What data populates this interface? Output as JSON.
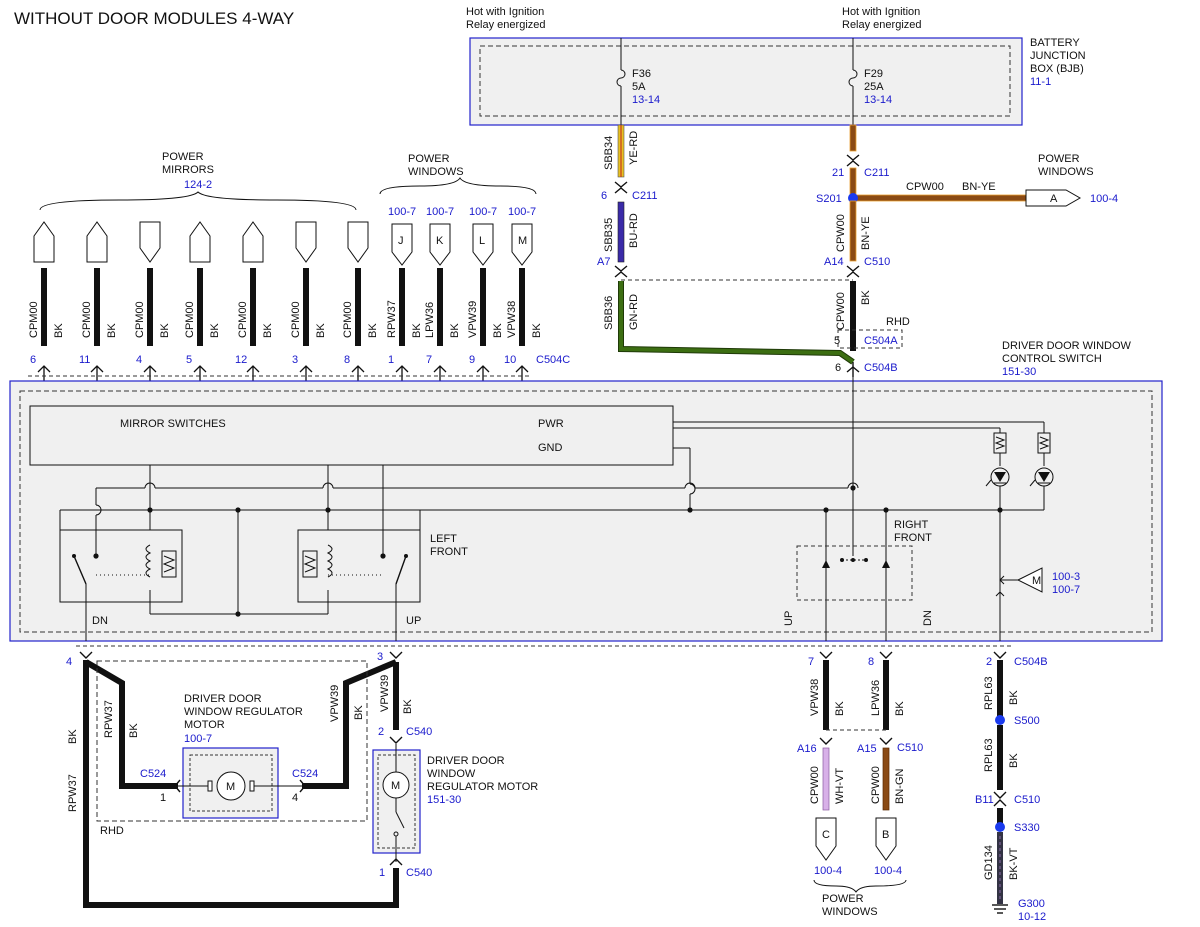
{
  "title": "WITHOUT DOOR MODULES 4-WAY",
  "hot_labels": {
    "left": [
      "Hot with Ignition",
      "Relay energized"
    ],
    "right": [
      "Hot with Ignition",
      "Relay energized"
    ]
  },
  "bjb": {
    "name": [
      "BATTERY",
      "JUNCTION",
      "BOX (BJB)"
    ],
    "ref": "11-1",
    "fuses": [
      {
        "name": "F36",
        "rating": "5A",
        "ref": "13-14"
      },
      {
        "name": "F29",
        "rating": "25A",
        "ref": "13-14"
      }
    ]
  },
  "wires": {
    "sbb34": {
      "circuit": "SBB34",
      "color": "YE-RD"
    },
    "sbb35": {
      "circuit": "SBB35",
      "color": "BU-RD"
    },
    "sbb36": {
      "circuit": "SBB36",
      "color": "GN-RD"
    },
    "cpw00_top": {
      "circuit": "CPW00",
      "color": "BN-YE"
    },
    "cpw00_h": {
      "circuit": "CPW00",
      "color": "BN-YE"
    },
    "cpw00_lower": {
      "circuit": "CPW00",
      "color": "BK"
    }
  },
  "connectors": {
    "c211_left": {
      "pin": "6",
      "name": "C211"
    },
    "c211_right": {
      "pin": "21",
      "name": "C211"
    },
    "c510_left": {
      "pin": "A7"
    },
    "c510_right": {
      "pin": "A14",
      "name": "C510"
    },
    "c504a": {
      "pin": "5",
      "name": "C504A"
    },
    "c504b_top": {
      "pin": "6",
      "name": "C504B"
    },
    "c504c_name": "C504C",
    "s201": "S201",
    "rhd": "RHD"
  },
  "power_windows_right": {
    "label": [
      "POWER",
      "WINDOWS"
    ],
    "connector": "A",
    "ref": "100-4"
  },
  "power_mirrors": {
    "label": [
      "POWER",
      "MIRRORS"
    ],
    "ref": "124-2"
  },
  "power_windows_top": {
    "label": [
      "POWER",
      "WINDOWS"
    ]
  },
  "top_pins": [
    {
      "pin": "6",
      "circuit": "CPM00",
      "color": "BK"
    },
    {
      "pin": "11",
      "circuit": "CPM00",
      "color": "BK"
    },
    {
      "pin": "4",
      "circuit": "CPM00",
      "color": "BK"
    },
    {
      "pin": "5",
      "circuit": "CPM00",
      "color": "BK"
    },
    {
      "pin": "12",
      "circuit": "CPM00",
      "color": "BK"
    },
    {
      "pin": "3",
      "circuit": "CPM00",
      "color": "BK"
    },
    {
      "pin": "8",
      "circuit": "CPM00",
      "color": "BK"
    },
    {
      "pin": "1",
      "circuit": "RPW37",
      "color": "BK",
      "conn": "J",
      "ref": "100-7"
    },
    {
      "pin": "7",
      "circuit": "LPW36",
      "color": "BK",
      "conn": "K",
      "ref": "100-7"
    },
    {
      "pin": "9",
      "circuit": "VPW39",
      "color": "BK",
      "conn": "L",
      "ref": "100-7"
    },
    {
      "pin": "10",
      "circuit": "VPW38",
      "color": "BK",
      "conn": "M",
      "ref": "100-7"
    }
  ],
  "switch": {
    "name": [
      "DRIVER DOOR WINDOW",
      "CONTROL SWITCH"
    ],
    "ref": "151-30",
    "mirror_switches": "MIRROR SWITCHES",
    "pwr": "PWR",
    "gnd": "GND",
    "left_front": [
      "LEFT",
      "FRONT"
    ],
    "right_front": [
      "RIGHT",
      "FRONT"
    ],
    "dn": "DN",
    "up": "UP",
    "up_rot": "UP",
    "dn_rot": "DN",
    "m_label": "M",
    "m_refs": [
      "100-3",
      "100-7"
    ]
  },
  "lower_left": {
    "pin4": "4",
    "pin3": "3",
    "rpw37": {
      "circuit": "RPW37",
      "color": "BK"
    },
    "vpw39": {
      "circuit": "VPW39",
      "color": "BK"
    },
    "rhd_motor": {
      "name": [
        "DRIVER DOOR",
        "WINDOW REGULATOR",
        "MOTOR"
      ],
      "ref": "100-7"
    },
    "c524_left": {
      "name": "C524",
      "pin": "1"
    },
    "c524_right": {
      "name": "C524",
      "pin": "4"
    },
    "rhd": "RHD",
    "c540_top": {
      "pin": "2",
      "name": "C540"
    },
    "c540_bottom": {
      "pin": "1",
      "name": "C540"
    },
    "motor": {
      "name": [
        "DRIVER DOOR",
        "WINDOW",
        "REGULATOR MOTOR"
      ],
      "ref": "151-30",
      "symbol": "M"
    }
  },
  "lower_right": {
    "pin7": "7",
    "pin8": "8",
    "vpw38": {
      "circuit": "VPW38",
      "color": "BK"
    },
    "lpw36": {
      "circuit": "LPW36",
      "color": "BK"
    },
    "a16": "A16",
    "a15": "A15",
    "c510": "C510",
    "cpw00_c": {
      "circuit": "CPW00",
      "color": "WH-VT"
    },
    "cpw00_b": {
      "circuit": "CPW00",
      "color": "BN-GN"
    },
    "conn_c": {
      "letter": "C",
      "ref": "100-4"
    },
    "conn_b": {
      "letter": "B",
      "ref": "100-4"
    },
    "power_windows": [
      "POWER",
      "WINDOWS"
    ]
  },
  "ground_side": {
    "pin2": "2",
    "c504b": "C504B",
    "rpl63_a": {
      "circuit": "RPL63",
      "color": "BK"
    },
    "s500": "S500",
    "rpl63_b": {
      "circuit": "RPL63",
      "color": "BK"
    },
    "b11": "B11",
    "c510": "C510",
    "s330": "S330",
    "gd134": {
      "circuit": "GD134",
      "color": "BK-VT"
    },
    "g300": "G300",
    "g300_ref": "10-12"
  },
  "colors": {
    "wire_black": "#111111",
    "ye_rd": "#e8c020",
    "bu_rd": "#3a2aa8",
    "gn_rd": "#3c6e12",
    "bn_ye": "#8a4a14",
    "bn_gn": "#8a4a14",
    "wh_vt": "#d8b0e8",
    "bk_vt": "#333344",
    "module_border": "#2222cc",
    "module_fill": "#f0f0f0",
    "link_blue": "#1a1acc",
    "splice": "#1a3aee"
  }
}
